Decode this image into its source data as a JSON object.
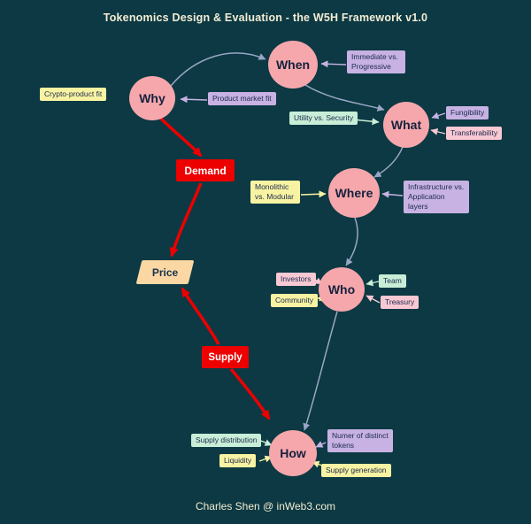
{
  "title": "Tokenomics Design & Evaluation - the W5H Framework v1.0",
  "footer": "Charles Shen @ inWeb3.com",
  "colors": {
    "background": "#0c3943",
    "node_circle": "#f5a7ac",
    "node_text": "#16213d",
    "red_accent": "#ec0000",
    "yellow_box": "#f7f3a2",
    "lavender_box": "#c7b2e3",
    "green_box": "#c8eed7",
    "pink_box": "#f8c8d3",
    "peach_box": "#fbd8a3",
    "connector_gray": "#9aa6c6",
    "title_text": "#f3ecd4"
  },
  "nodes": {
    "why": "Why",
    "when": "When",
    "what": "What",
    "where": "Where",
    "who": "Who",
    "how": "How"
  },
  "flow": {
    "demand": "Demand",
    "price": "Price",
    "supply": "Supply"
  },
  "labels": {
    "crypto_product_fit": "Crypto-product fit",
    "product_market_fit": "Product market fit",
    "immediate_progressive": "Immediate vs. Progressive",
    "utility_security": "Utility vs. Security",
    "fungibility": "Fungibility",
    "transferability": "Transferability",
    "monolithic_modular": "Monolithic vs. Modular",
    "infrastructure_application": "Infrastructure vs. Application layers",
    "investors": "Investors",
    "community": "Community",
    "team": "Team",
    "treasury": "Treasury",
    "supply_distribution": "Supply distribution",
    "liquidity": "Liquidity",
    "distinct_tokens": "Numer of distinct tokens",
    "supply_generation": "Supply generation"
  }
}
